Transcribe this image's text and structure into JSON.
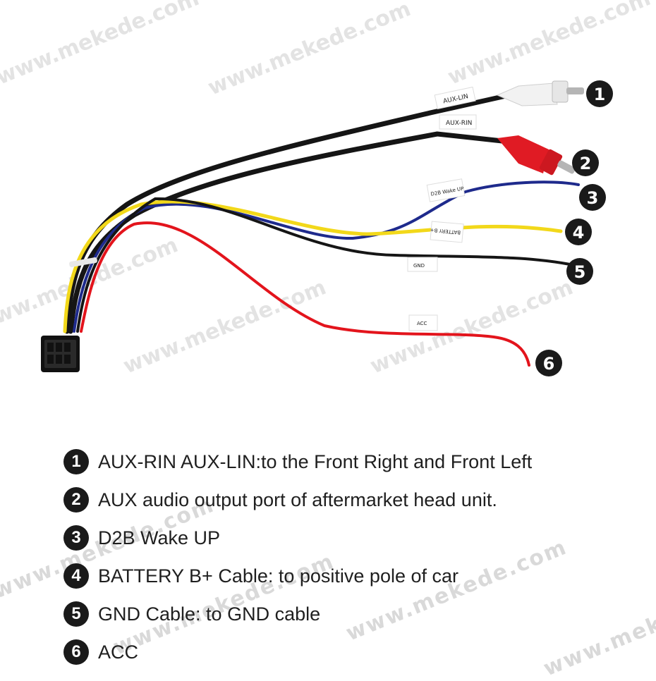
{
  "watermark_text": "www.mekede.com",
  "wire_tags": {
    "aux_lin": "AUX-LIN",
    "aux_rin": "AUX-RIN",
    "d2b": "D2B Wake UP",
    "battery": "BATTERY B+",
    "gnd": "GND",
    "acc": "ACC"
  },
  "callouts": [
    "1",
    "2",
    "3",
    "4",
    "5",
    "6"
  ],
  "legend": [
    {
      "num": "1",
      "text": "AUX-RIN  AUX-LIN:to the Front Right and Front Left"
    },
    {
      "num": "2",
      "text": "AUX audio output port of aftermarket head unit."
    },
    {
      "num": "3",
      "text": "D2B Wake UP"
    },
    {
      "num": "4",
      "text": "BATTERY B+ Cable: to positive pole of car"
    },
    {
      "num": "5",
      "text": "GND Cable: to GND cable"
    },
    {
      "num": "6",
      "text": "ACC"
    }
  ],
  "colors": {
    "wire_black": "#151515",
    "wire_red": "#e3141c",
    "wire_yellow": "#f2d81a",
    "wire_blue": "#1e2a8c",
    "rca_white": "#f2f2f2",
    "rca_red": "#e01b24",
    "badge": "#1a1a1a"
  }
}
